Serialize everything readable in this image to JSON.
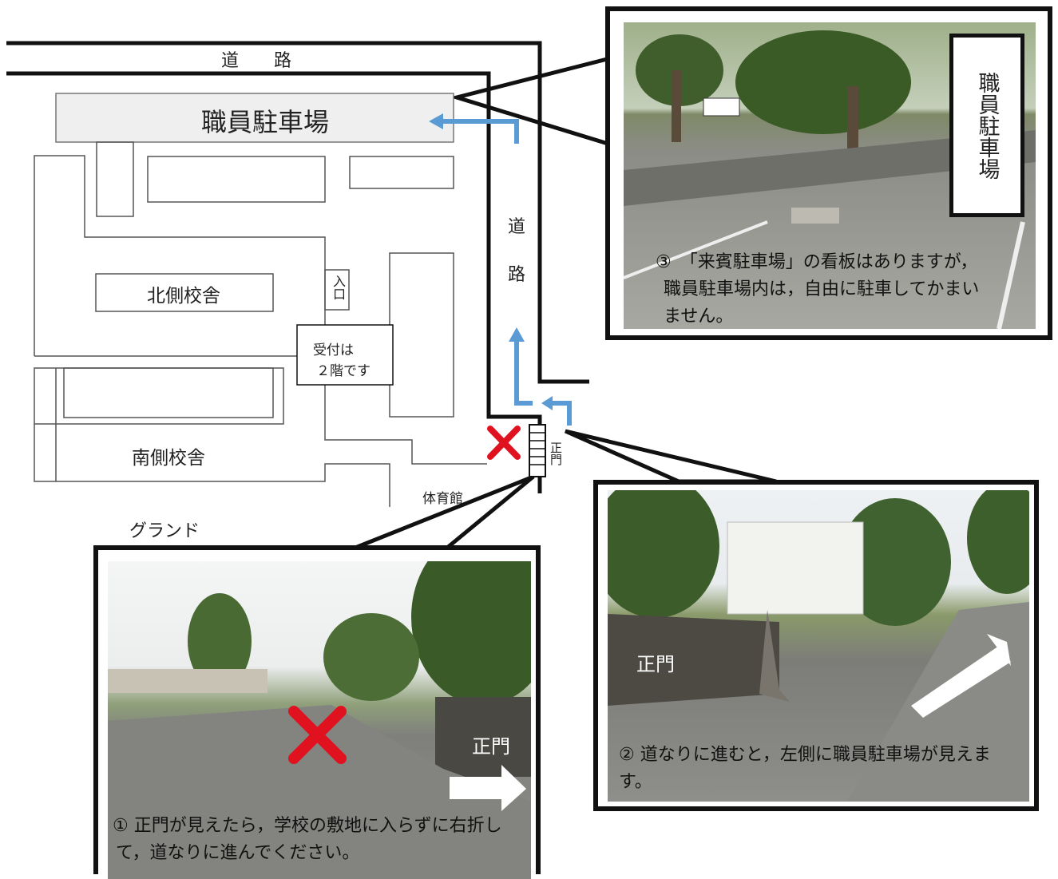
{
  "map": {
    "road_top": "道　　路",
    "road_side_1": "道",
    "road_side_2": "路",
    "staff_parking": "職員駐車場",
    "north_building": "北側校舎",
    "south_building": "南側校舎",
    "entrance": "入口",
    "reception_line1": "受付は",
    "reception_line2": "２階です",
    "gym": "体育館",
    "ground": "グランド",
    "main_gate": "正門"
  },
  "photos": {
    "p3": {
      "sign": "職員駐車場",
      "caption": "③　「来賓駐車場」の看板はありますが，職員駐車場内は，自由に駐車してかまいません。"
    },
    "p2": {
      "gate": "正門",
      "caption": "②  道なりに進むと，左側に職員駐車場が見えます。"
    },
    "p1": {
      "gate": "正門",
      "caption": "①  正門が見えたら，学校の敷地に入らずに右折して，道なりに進んでください。"
    }
  },
  "colors": {
    "arrow": "#5b9bd5",
    "cross": "#e0121f",
    "line": "#111111",
    "building": "#555555"
  }
}
